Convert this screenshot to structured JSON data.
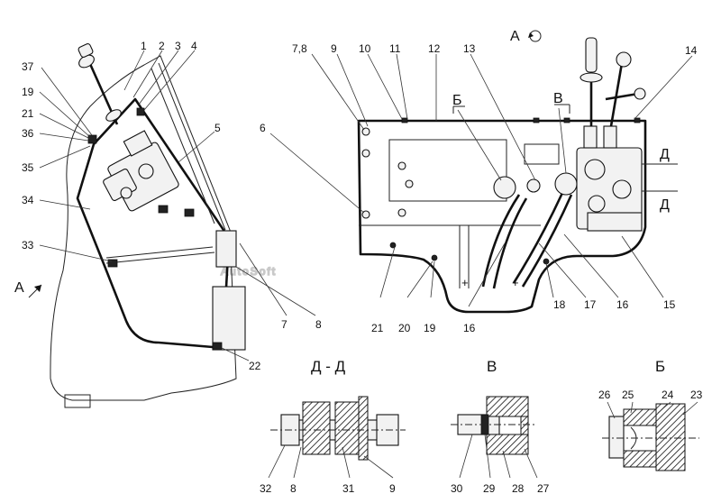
{
  "watermark": "AutoSoft",
  "view_labels": {
    "view_a_rotated": "А",
    "arrow_a": "А",
    "section_b_mark_1": "Б",
    "section_v_mark": "В",
    "section_d_mark_1": "Д",
    "section_d_mark_2": "Д",
    "section_dd_title": "Д - Д",
    "section_v_title": "В",
    "section_b_title": "Б"
  },
  "callouts": {
    "c1": "1",
    "c2": "2",
    "c3": "3",
    "c4": "4",
    "c5": "5",
    "c6": "6",
    "c7_8": "7,8",
    "c9": "9",
    "c10": "10",
    "c11": "11",
    "c12": "12",
    "c13": "13",
    "c14": "14",
    "c37": "37",
    "c19l": "19",
    "c21l": "21",
    "c36": "36",
    "c35": "35",
    "c34": "34",
    "c33": "33",
    "c7": "7",
    "c8l": "8",
    "c22": "22",
    "c21b": "21",
    "c20": "20",
    "c19b": "19",
    "c16a": "16",
    "c18": "18",
    "c17": "17",
    "c16b": "16",
    "c15": "15",
    "c32": "32",
    "c8b": "8",
    "c31": "31",
    "c9b": "9",
    "c30": "30",
    "c29": "29",
    "c28": "28",
    "c27": "27",
    "c26": "26",
    "c25": "25",
    "c24": "24",
    "c23": "23"
  }
}
